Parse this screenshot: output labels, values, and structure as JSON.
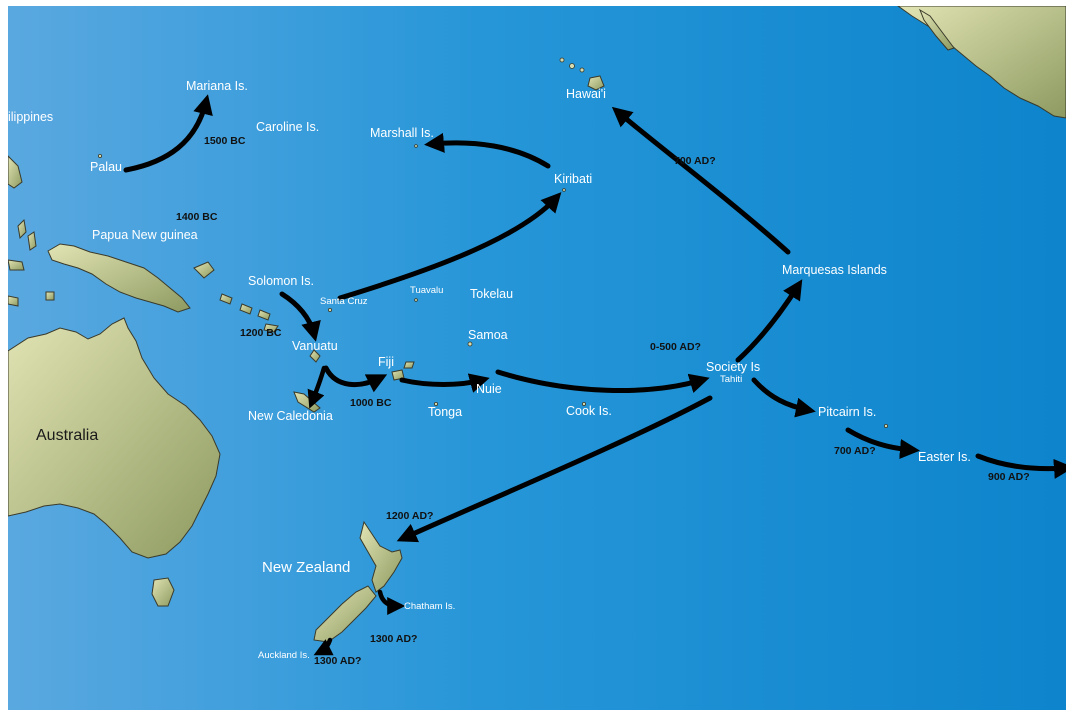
{
  "map": {
    "colors": {
      "ocean_left": "#5aa8e0",
      "ocean_right": "#0d84cc",
      "land_light": "#e2e4b4",
      "land_dark": "#8d9a60",
      "route": "#000000",
      "label": "#ffffff",
      "date": "#111111"
    },
    "places": {
      "philippines": "ilippines",
      "mariana": "Mariana Is.",
      "caroline": "Caroline Is.",
      "palau": "Palau",
      "marshall": "Marshall Is.",
      "hawaii": "Hawai'i",
      "kiribati": "Kiribati",
      "png": "Papua New guinea",
      "solomon": "Solomon Is.",
      "santa_cruz": "Santa Cruz",
      "tuavalu": "Tuavalu",
      "tokelau": "Tokelau",
      "samoa": "Samoa",
      "vanuatu": "Vanuatu",
      "fiji": "Fiji",
      "nuie": "Nuie",
      "tonga": "Tonga",
      "new_caledonia": "New Caledonia",
      "cook": "Cook Is.",
      "society": "Society Is",
      "tahiti": "Tahiti",
      "marquesas": "Marquesas Islands",
      "pitcairn": "Pitcairn Is.",
      "easter": "Easter Is.",
      "australia": "Australia",
      "new_zealand": "New Zealand",
      "chatham": "Chatham Is.",
      "auckland": "Auckland Is."
    },
    "dates": {
      "mariana": "1500 BC",
      "png": "1400 BC",
      "vanuatu": "1200 BC",
      "fiji": "1000 BC",
      "society": "0-500 AD?",
      "hawaii": "700 AD?",
      "pitcairn": "700 AD?",
      "easter": "900 AD?",
      "new_zealand": "1200 AD?",
      "chatham": "1300 AD?",
      "auckland": "1300 AD?"
    }
  }
}
